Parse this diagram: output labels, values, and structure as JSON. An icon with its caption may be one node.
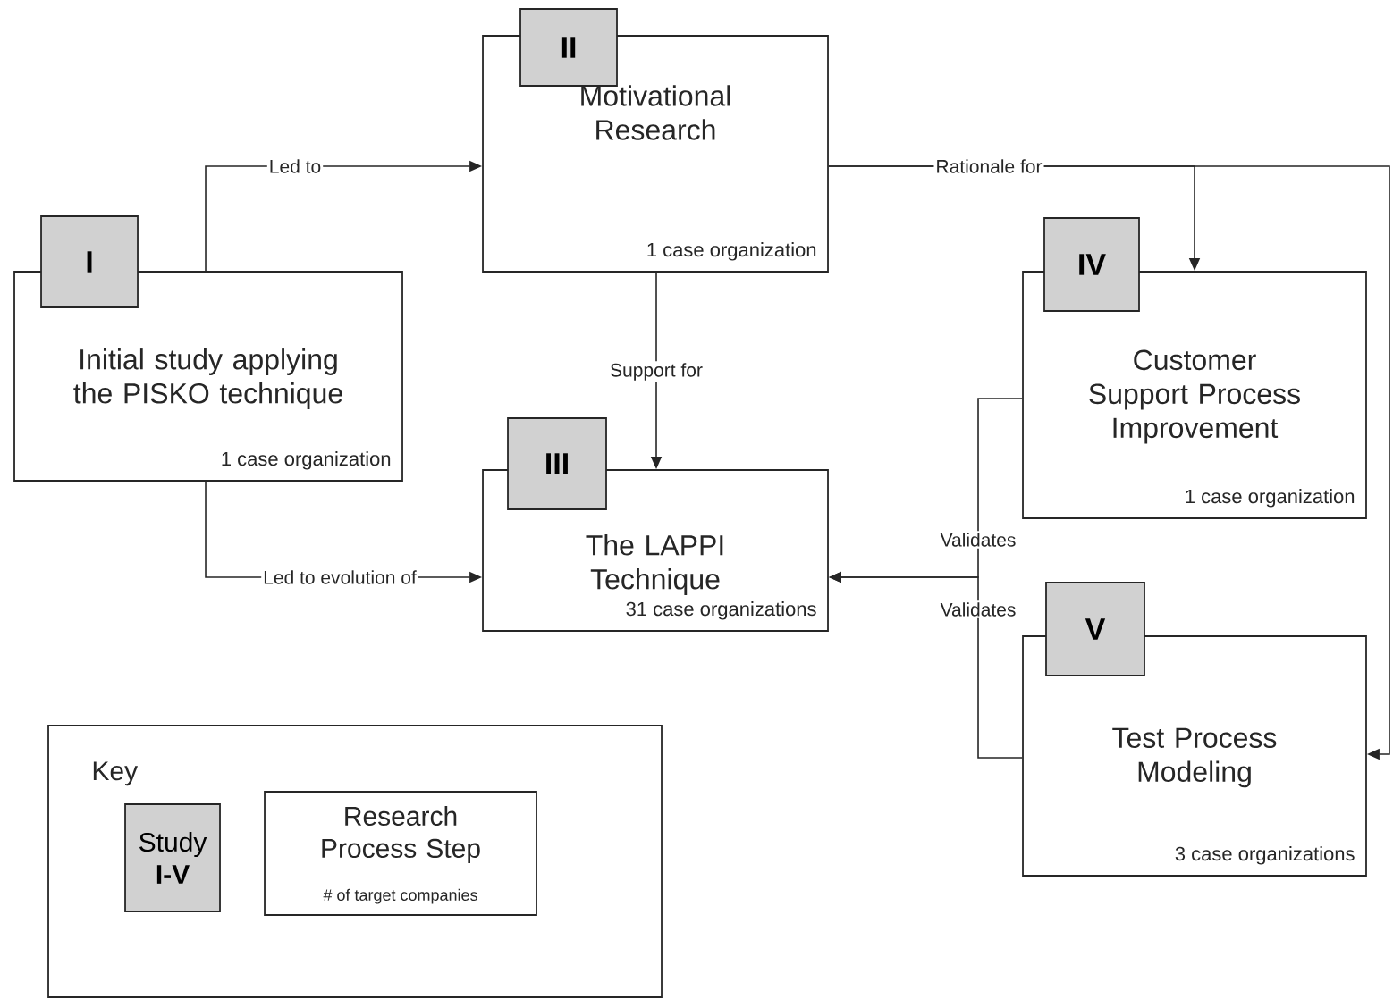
{
  "diagram": {
    "nodes": [
      {
        "text": [
          "II"
        ]
      },
      {
        "text": [
          "Motivational Research",
          "1 case organization"
        ]
      },
      {
        "text": [
          "I"
        ]
      },
      {
        "text": [
          "Initial study applying the PISKO technique",
          "1 case organization"
        ]
      },
      {
        "text": [
          "III"
        ]
      },
      {
        "text": [
          "The LAPPI Technique",
          "31 case organizations"
        ]
      },
      {
        "text": [
          "IV"
        ]
      },
      {
        "text": [
          "Customer Support Process Improvement",
          "1 case organization"
        ]
      },
      {
        "text": [
          "V"
        ]
      },
      {
        "text": [
          "Test Process Modeling",
          "3 case organizations"
        ]
      },
      {
        "text": [
          "Key"
        ]
      },
      {
        "text": [
          "Study **I-V**"
        ],
        "in": 10
      },
      {
        "text": [
          "Research Process Step",
          "# of target companies"
        ],
        "in": 10
      }
    ],
    "edges": [
      {
        "from": 3,
        "to": 1,
        "arrow": "to",
        "label": "Led to"
      },
      {
        "from": 1,
        "to": 5,
        "arrow": "to",
        "label": "Support for"
      },
      {
        "from": 3,
        "to": 5,
        "arrow": "to",
        "label": "Led to evolution of"
      },
      {
        "from": 1,
        "to": 7,
        "arrow": "to",
        "label": "Rationale for"
      },
      {
        "from": 1,
        "to": 9,
        "arrow": "to"
      },
      {
        "from": 7,
        "to": 5,
        "arrow": "to",
        "label": "Validates"
      },
      {
        "from": 9,
        "to": 5,
        "arrow": "to",
        "label": "Validates"
      }
    ]
  }
}
